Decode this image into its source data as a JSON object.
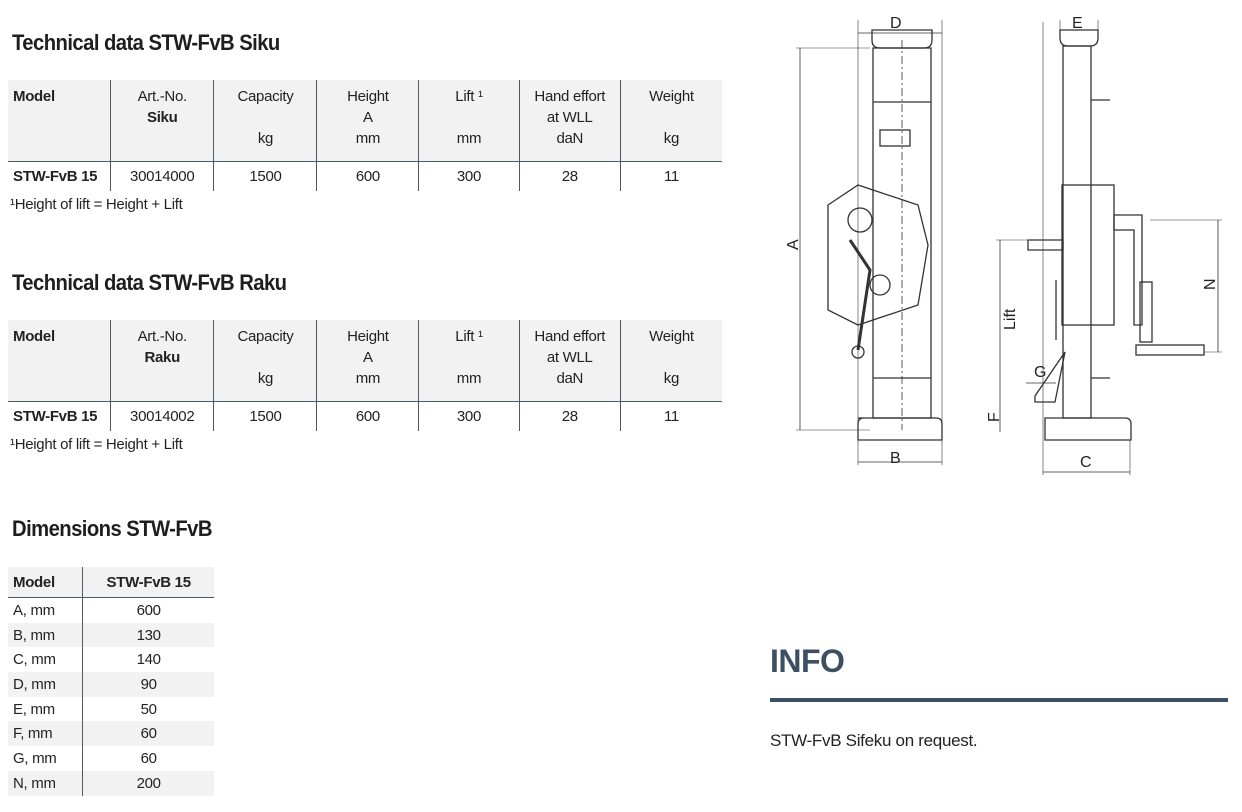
{
  "siku": {
    "title": "Technical data STW-FvB Siku",
    "headers": [
      [
        "Model",
        "",
        ""
      ],
      [
        "Art.-No.",
        "Siku",
        ""
      ],
      [
        "Capacity",
        "",
        "kg"
      ],
      [
        "Height",
        "A",
        "mm"
      ],
      [
        "Lift ¹",
        "",
        "mm"
      ],
      [
        "Hand effort",
        "at WLL",
        "daN"
      ],
      [
        "Weight",
        "",
        "kg"
      ]
    ],
    "row": [
      "STW-FvB 15",
      "30014000",
      "1500",
      "600",
      "300",
      "28",
      "11"
    ],
    "footnote": "¹Height of lift = Height + Lift"
  },
  "raku": {
    "title": "Technical data STW-FvB Raku",
    "headers": [
      [
        "Model",
        "",
        ""
      ],
      [
        "Art.-No.",
        "Raku",
        ""
      ],
      [
        "Capacity",
        "",
        "kg"
      ],
      [
        "Height",
        "A",
        "mm"
      ],
      [
        "Lift ¹",
        "",
        "mm"
      ],
      [
        "Hand effort",
        "at WLL",
        "daN"
      ],
      [
        "Weight",
        "",
        "kg"
      ]
    ],
    "row": [
      "STW-FvB 15",
      "30014002",
      "1500",
      "600",
      "300",
      "28",
      "11"
    ],
    "footnote": "¹Height of lift = Height + Lift"
  },
  "dims": {
    "title": "Dimensions STW-FvB",
    "header": [
      "Model",
      "STW-FvB 15"
    ],
    "rows": [
      [
        "A, mm",
        "600"
      ],
      [
        "B, mm",
        "130"
      ],
      [
        "C, mm",
        "140"
      ],
      [
        "D, mm",
        "90"
      ],
      [
        "E, mm",
        "50"
      ],
      [
        "F, mm",
        "60"
      ],
      [
        "G, mm",
        "60"
      ],
      [
        "N, mm",
        "200"
      ]
    ]
  },
  "diagram": {
    "labels": {
      "D": "D",
      "E": "E",
      "A": "A",
      "B": "B",
      "C": "C",
      "N": "N",
      "G": "G",
      "F": "F",
      "Lift": "Lift"
    }
  },
  "info": {
    "title": "INFO",
    "text": "STW-FvB Sifeku on request."
  }
}
